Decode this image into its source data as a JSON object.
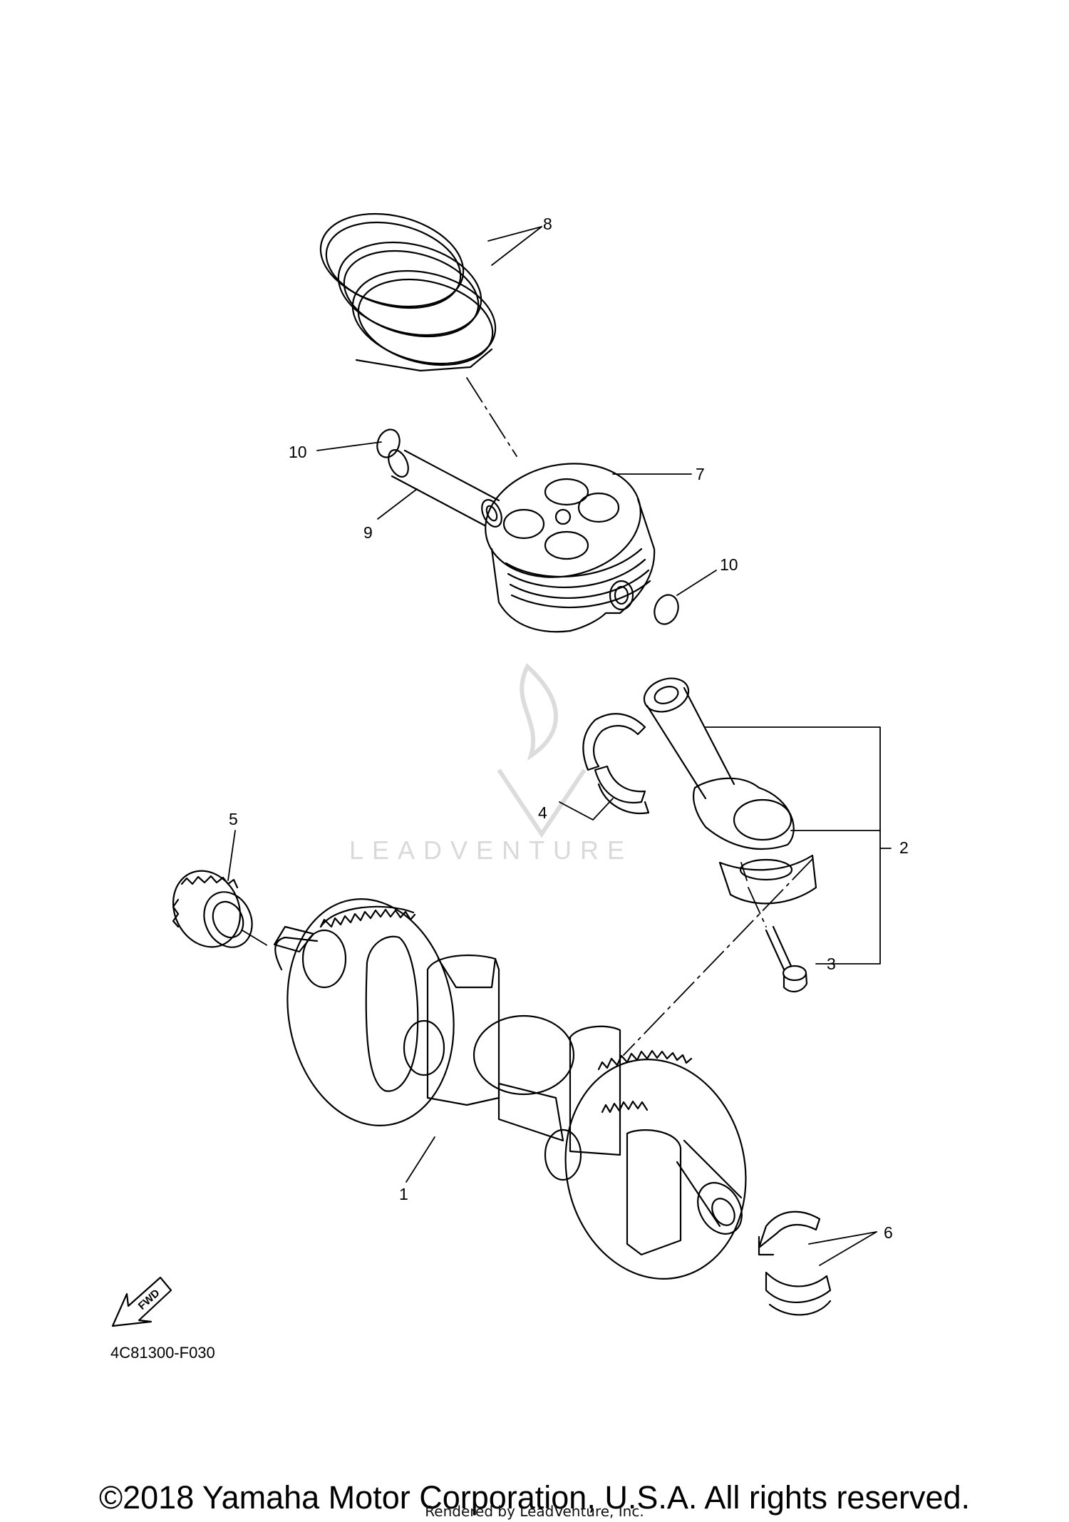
{
  "diagram": {
    "callouts": {
      "c1": "1",
      "c2": "2",
      "c3": "3",
      "c4": "4",
      "c5": "5",
      "c6": "6",
      "c7": "7",
      "c8": "8",
      "c9": "9",
      "c10a": "10",
      "c10b": "10"
    },
    "fwd_label": "FWD",
    "diagram_code": "4C81300-F030"
  },
  "watermark": {
    "brand": "LEADVENTURE",
    "color": "#d9d9d9"
  },
  "footer": {
    "copyright": "©2018 Yamaha Motor Corporation, U.S.A. All rights reserved.",
    "rendered_by": "Rendered by LeadVenture, Inc."
  },
  "colors": {
    "ink": "#000000",
    "background": "#ffffff"
  }
}
